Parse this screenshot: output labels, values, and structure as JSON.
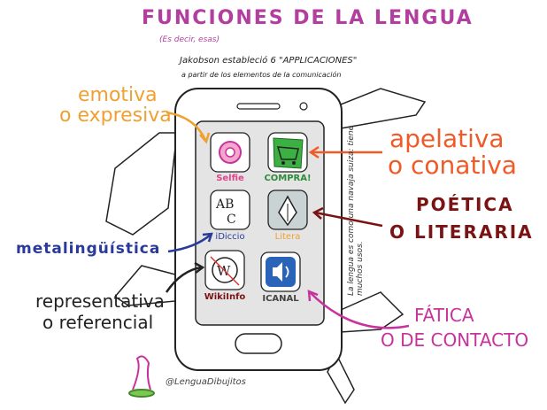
{
  "header": {
    "title": "FUNCIONES DE LA LENGUA",
    "subtitle": "(Es decir, esas)",
    "intro_line1": "Jakobson estableció 6 \"APPLICACIONES\"",
    "intro_line2": "a partir de los elementos de la comunicación"
  },
  "functions": {
    "emotiva_1": "emotiva",
    "emotiva_2": "o expresiva",
    "apelativa_1": "apelativa",
    "apelativa_2": "o conativa",
    "poetica_1": "POÉTICA",
    "poetica_2": "O LITERARIA",
    "metalinguistica": "metalingüística",
    "representativa_1": "representativa",
    "representativa_2": "o referencial",
    "fatica_1": "FÁTICA",
    "fatica_2": "O DE CONTACTO"
  },
  "apps": {
    "selfie": "Selfie",
    "compra": "COMPRA!",
    "diccio": "iDiccio",
    "litera": "Litera",
    "wikiinfo": "WikiInfo",
    "icanal": "ICANAL"
  },
  "side_note": "La lengua es como una navaja suiza: tiene muchos usos.",
  "credit": "@LenguaDibujitos",
  "colors": {
    "title": "#b23fa0",
    "emotiva": "#f0a030",
    "apelativa": "#f05a28",
    "poetica": "#7a1414",
    "metalinguistica": "#2a3a9a",
    "representativa": "#222222",
    "fatica": "#c8329c"
  }
}
